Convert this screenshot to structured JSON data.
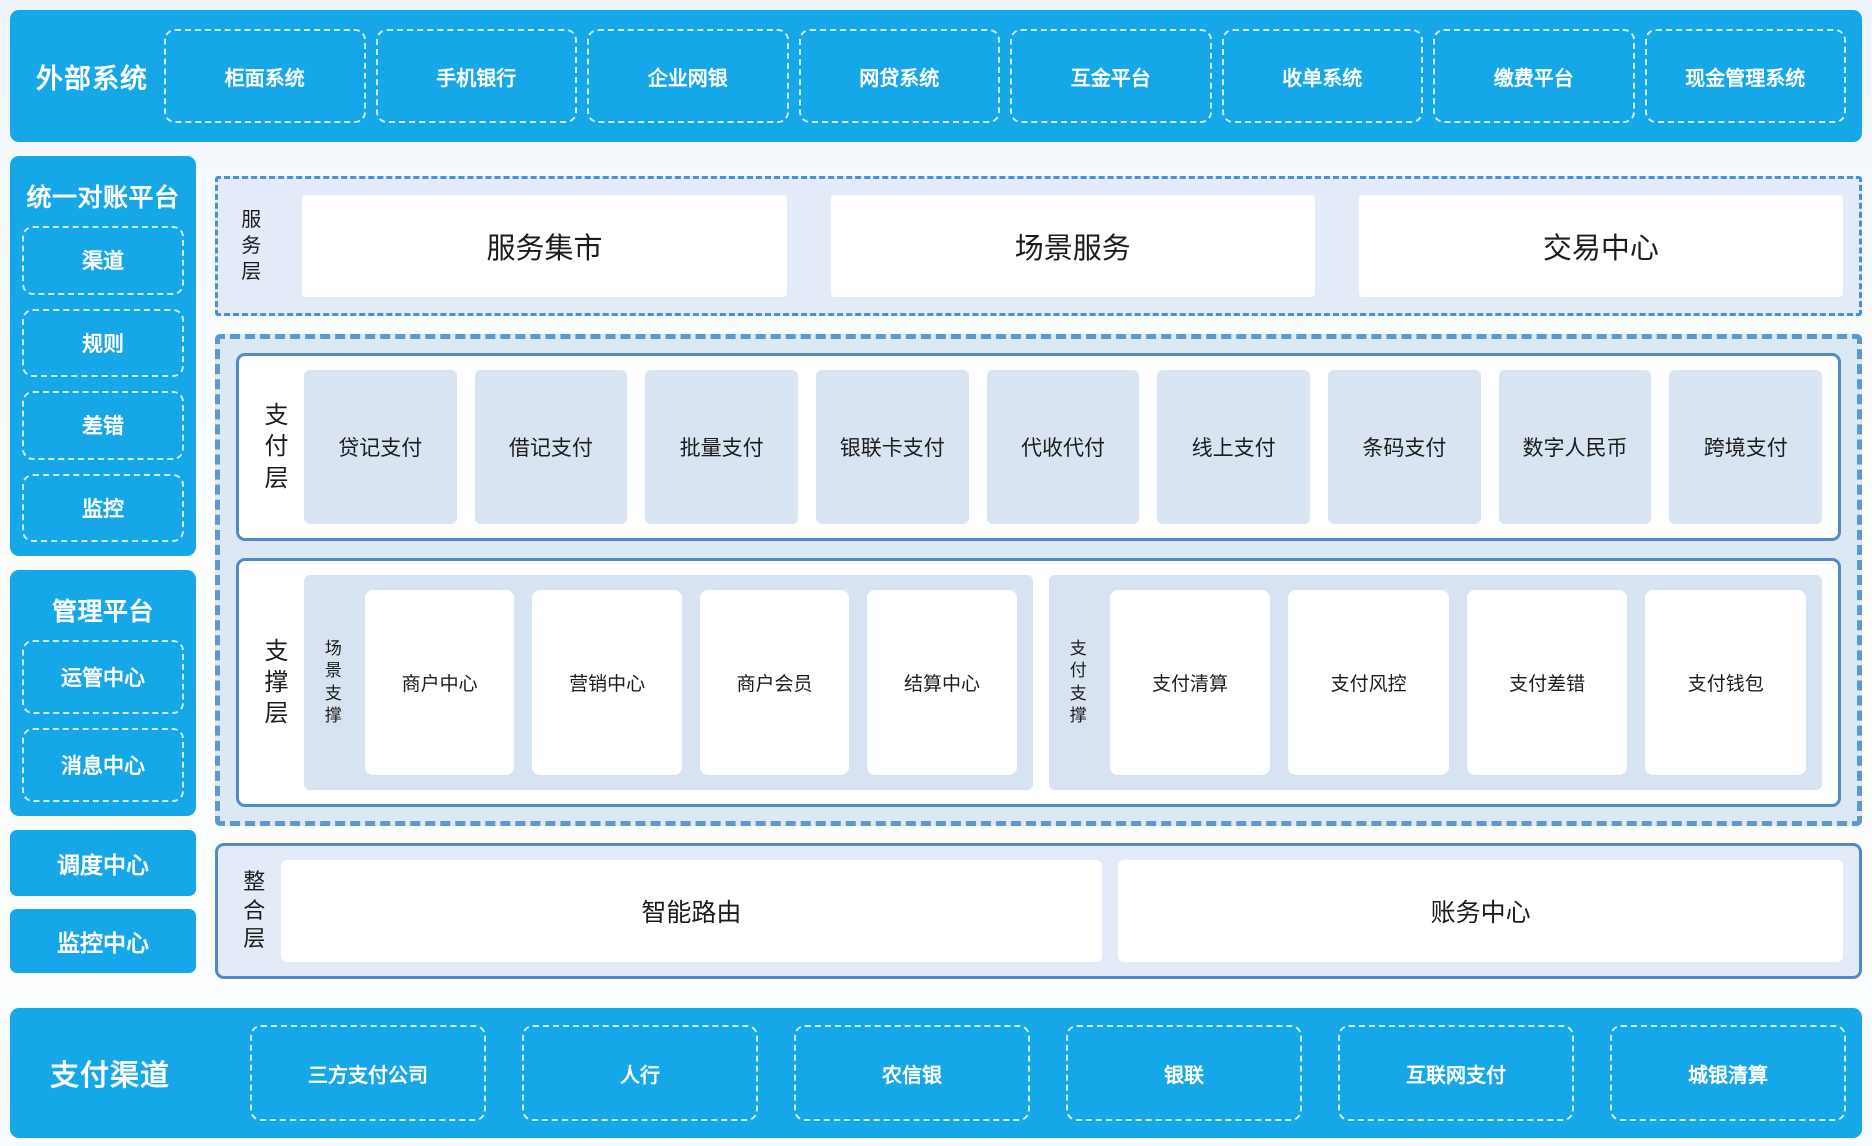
{
  "colors": {
    "primary_blue": "#16a7e8",
    "solid_border_blue": "#5189c9",
    "dashed_border_blue": "#5d97d4",
    "dashdot_border_blue": "#4b8fd5",
    "container_bg": "#dde8f5",
    "layer_bg": "#e2ebf7",
    "panel_bg": "#d7e3f1",
    "item_bg": "#d9e4f2",
    "text_dark": "#1c1c1c",
    "text_light": "#ffffff"
  },
  "top_bar": {
    "title": "外部系统",
    "items": [
      "柜面系统",
      "手机银行",
      "企业网银",
      "网贷系统",
      "互金平台",
      "收单系统",
      "缴费平台",
      "现金管理系统"
    ]
  },
  "sidebar": {
    "reconciliation": {
      "title": "统一对账平台",
      "items": [
        "渠道",
        "规则",
        "差错",
        "监控"
      ]
    },
    "management": {
      "title": "管理平台",
      "items": [
        "运管中心",
        "消息中心"
      ]
    },
    "standalone": [
      "调度中心",
      "监控中心"
    ]
  },
  "layers": {
    "service": {
      "label": "服务层",
      "items": [
        "服务集市",
        "场景服务",
        "交易中心"
      ]
    },
    "payment": {
      "label": "支付层",
      "items": [
        "贷记支付",
        "借记支付",
        "批量支付",
        "银联卡支付",
        "代收代付",
        "线上支付",
        "条码支付",
        "数字人民币",
        "跨境支付"
      ]
    },
    "support": {
      "label": "支撑层",
      "groups": [
        {
          "label": "场景支撑",
          "items": [
            "商户中心",
            "营销中心",
            "商户会员",
            "结算中心"
          ]
        },
        {
          "label": "支付支撑",
          "items": [
            "支付清算",
            "支付风控",
            "支付差错",
            "支付钱包"
          ]
        }
      ]
    },
    "integration": {
      "label": "整合层",
      "items": [
        "智能路由",
        "账务中心"
      ]
    }
  },
  "bottom_bar": {
    "title": "支付渠道",
    "items": [
      "三方支付公司",
      "人行",
      "农信银",
      "银联",
      "互联网支付",
      "城银清算"
    ]
  }
}
